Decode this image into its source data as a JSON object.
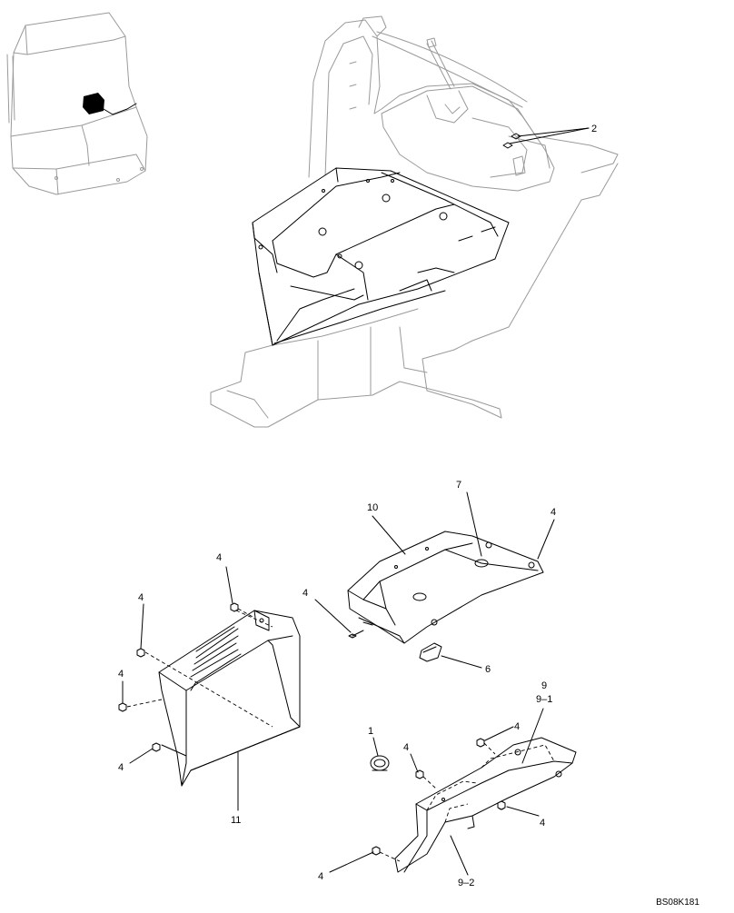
{
  "diagram": {
    "drawing_code": "BS08K181",
    "callouts": {
      "c1": "1",
      "c2": "2",
      "c4a": "4",
      "c4b": "4",
      "c4c": "4",
      "c4d": "4",
      "c4e": "4",
      "c4f": "4",
      "c4g": "4",
      "c4h": "4",
      "c4i": "4",
      "c4j": "4",
      "c6": "6",
      "c7": "7",
      "c9": "9",
      "c9_1": "9–1",
      "c9_2": "9–2",
      "c10": "10",
      "c11": "11"
    }
  }
}
